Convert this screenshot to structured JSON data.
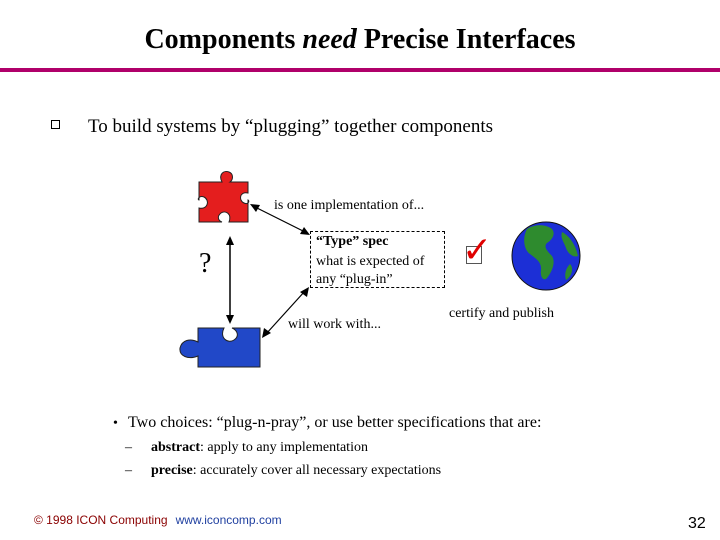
{
  "title": {
    "part1": "Components ",
    "emph": "need",
    "part2": " Precise Interfaces"
  },
  "bullet1": "To build systems by “plugging” together components",
  "diagram": {
    "impl_label": "is one implementation of...",
    "spec_title": "“Type” spec",
    "spec_line2": "what is expected of",
    "spec_line3": "any “plug-in”",
    "question": "?",
    "works_label": "will work with...",
    "certify_label": "certify and publish",
    "check": "✓",
    "colors": {
      "red_piece": "#e41e1e",
      "blue_piece": "#2148c8",
      "globe_ocean": "#1c2fd6",
      "globe_land": "#2e8b2e"
    }
  },
  "bullet2": {
    "marker": "•",
    "text": "Two choices: “plug-n-pray”, or use better specifications that are:",
    "subs": [
      {
        "dash": "–",
        "term": "abstract",
        "desc": ": apply to any implementation"
      },
      {
        "dash": "–",
        "term": "precise",
        "desc": ": accurately cover all necessary expectations"
      }
    ]
  },
  "footer": {
    "copyright": "© 1998 ICON Computing",
    "url": "www.iconcomp.com"
  },
  "page_number": "32",
  "accent_color": "#b0006a"
}
